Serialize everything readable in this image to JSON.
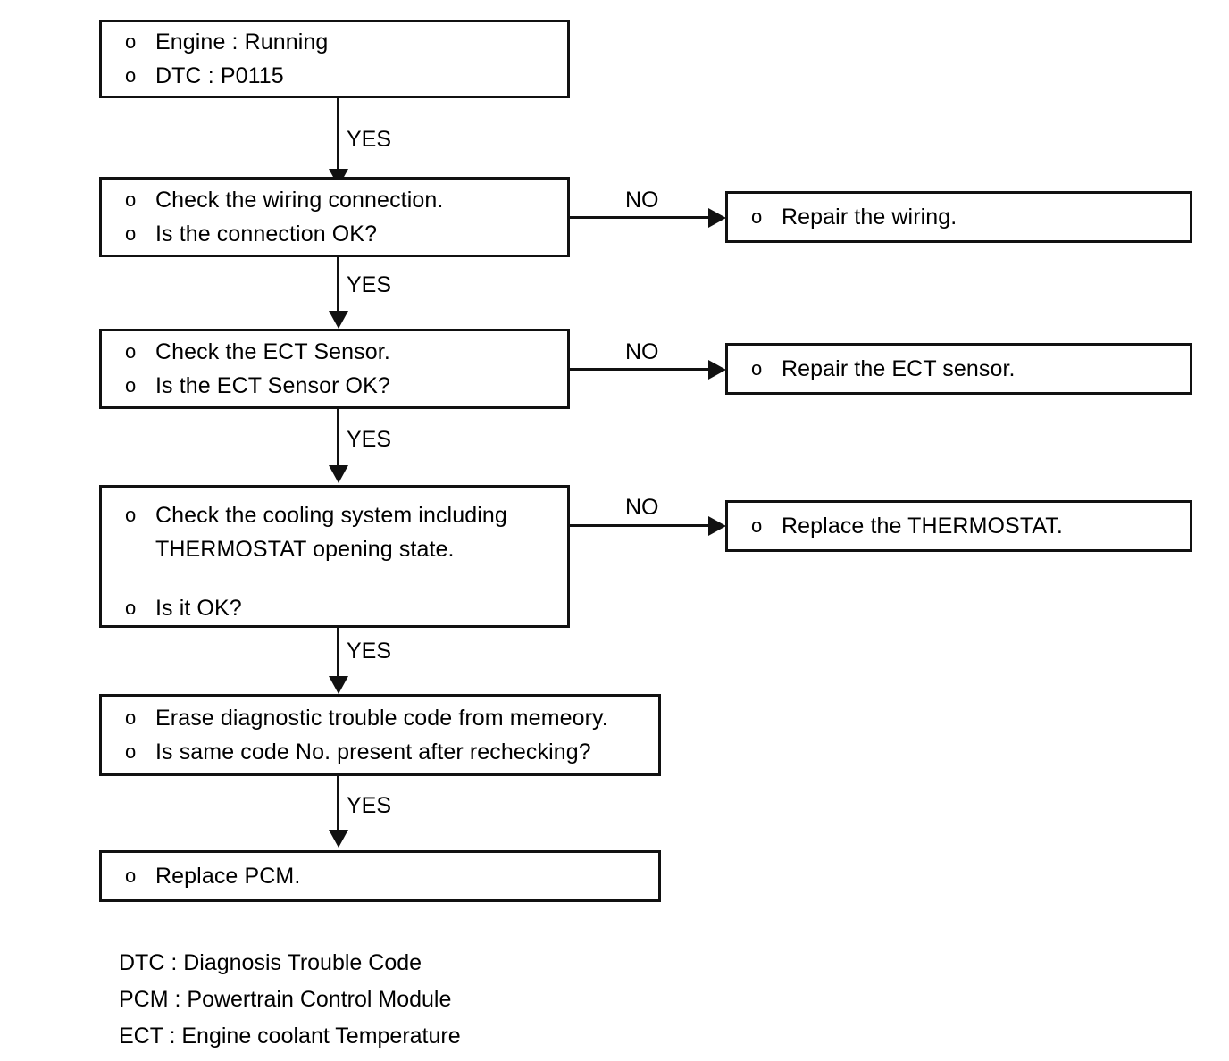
{
  "diagram": {
    "title": "DTC P0115 Engine Coolant Temperature diagnostic flowchart",
    "bullet_glyph": "o",
    "nodes": [
      {
        "id": "start",
        "name": "start-conditions-box",
        "lines": [
          "Engine : Running",
          "DTC : P0115"
        ]
      },
      {
        "id": "check-wiring",
        "name": "check-wiring-box",
        "lines": [
          "Check the wiring connection.",
          "Is the connection OK?"
        ]
      },
      {
        "id": "repair-wiring",
        "name": "repair-wiring-box",
        "lines": [
          "Repair the wiring."
        ]
      },
      {
        "id": "check-ect",
        "name": "check-ect-sensor-box",
        "lines": [
          "Check the ECT Sensor.",
          "Is the ECT Sensor OK?"
        ]
      },
      {
        "id": "repair-ect",
        "name": "repair-ect-sensor-box",
        "lines": [
          "Repair the ECT sensor."
        ]
      },
      {
        "id": "check-cooling",
        "name": "check-cooling-system-box",
        "lines": [
          "Check the cooling system including",
          "THERMOSTAT opening state.",
          "Is it OK?"
        ]
      },
      {
        "id": "replace-thermostat",
        "name": "replace-thermostat-box",
        "lines": [
          "Replace the THERMOSTAT."
        ]
      },
      {
        "id": "erase-dtc",
        "name": "erase-dtc-box",
        "lines": [
          "Erase diagnostic trouble code from memeory.",
          "Is same code No. present after rechecking?"
        ]
      },
      {
        "id": "replace-pcm",
        "name": "replace-pcm-box",
        "lines": [
          "Replace PCM."
        ]
      }
    ],
    "edges": {
      "yes1": "YES",
      "yes2": "YES",
      "yes3": "YES",
      "yes4": "YES",
      "yes5": "YES",
      "no1": "NO",
      "no2": "NO",
      "no3": "NO"
    },
    "legend": [
      "DTC : Diagnosis Trouble Code",
      "PCM : Powertrain Control Module",
      "ECT : Engine coolant Temperature"
    ],
    "colors": {
      "line": "#111111",
      "background": "#ffffff",
      "text": "#000000"
    }
  }
}
